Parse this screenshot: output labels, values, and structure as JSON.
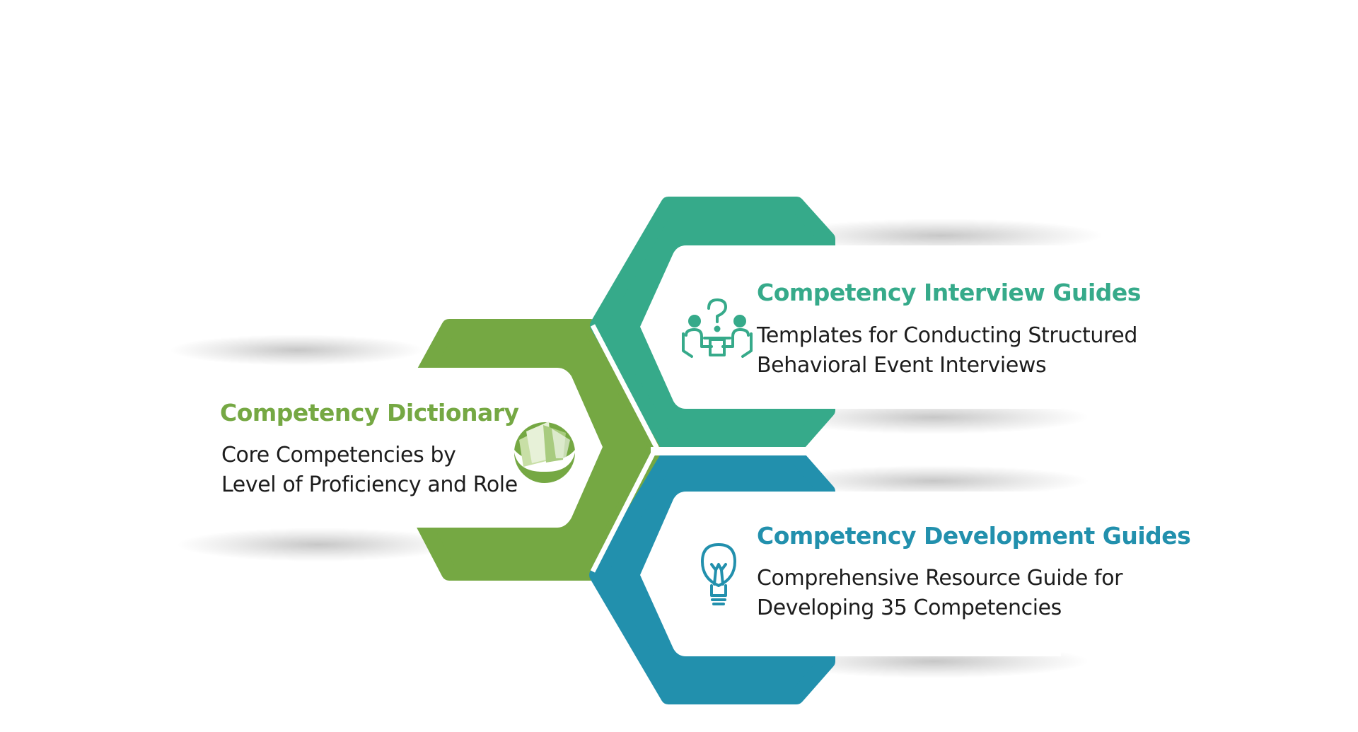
{
  "colors": {
    "green": "#75a843",
    "teal": "#36aa8a",
    "blue": "#2290ad",
    "text": "#1d1d1d",
    "background": "#ffffff"
  },
  "blocks": {
    "dictionary": {
      "title": "Competency Dictionary",
      "desc_line1": "Core Competencies by",
      "desc_line2": "Level of Proficiency and Role",
      "icon": "open-book-icon"
    },
    "interview": {
      "title": "Competency Interview Guides",
      "desc_line1": "Templates for Conducting Structured",
      "desc_line2": "Behavioral Event Interviews",
      "icon": "interview-meeting-icon"
    },
    "development": {
      "title": "Competency Development Guides",
      "desc_line1": "Comprehensive Resource Guide for",
      "desc_line2": "Developing 35 Competencies",
      "icon": "light-bulb-icon"
    }
  }
}
